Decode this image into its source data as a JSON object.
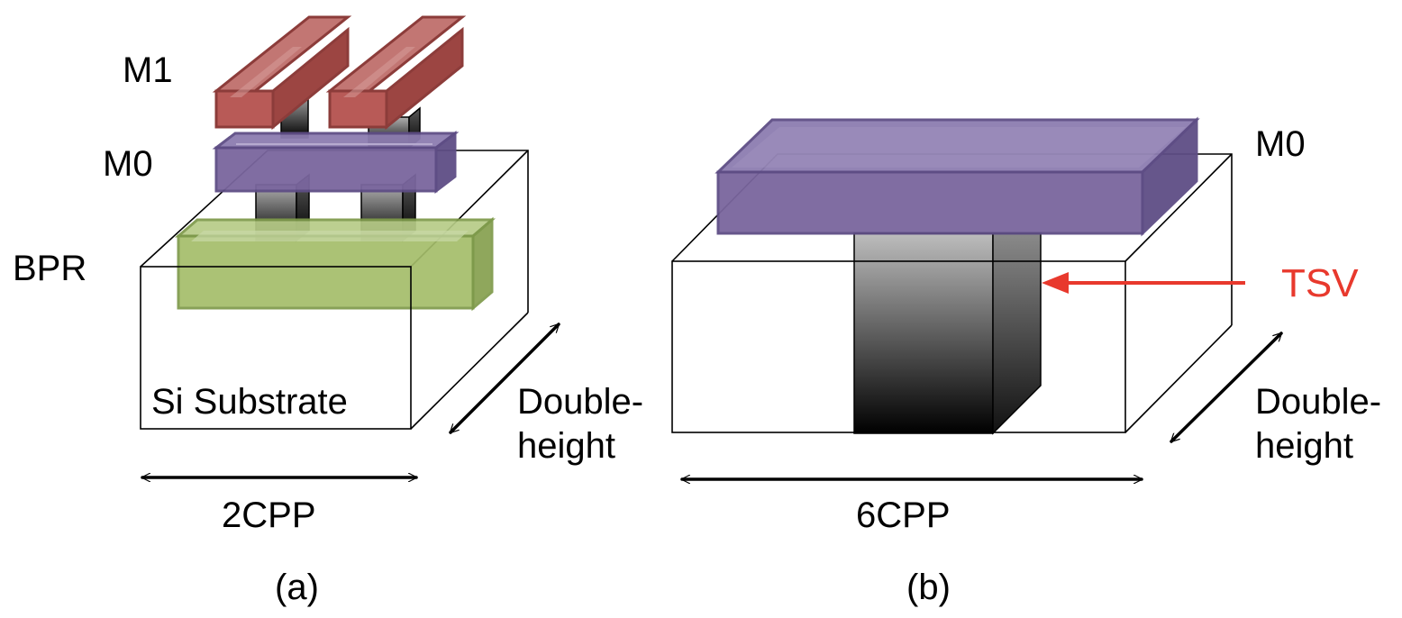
{
  "panel_a": {
    "labels": {
      "m1": "M1",
      "m0": "M0",
      "bpr": "BPR",
      "substrate": "Si Substrate",
      "depth_line1": "Double-",
      "depth_line2": "height",
      "width": "2CPP",
      "caption": "(a)"
    }
  },
  "panel_b": {
    "labels": {
      "m0": "M0",
      "tsv": "TSV",
      "depth_line1": "Double-",
      "depth_line2": "height",
      "width": "6CPP",
      "caption": "(b)"
    }
  },
  "colors": {
    "m1": "#b85a57",
    "m0": "#7a669e",
    "bpr": "#a4bd6a",
    "tsv_label": "#e8392d"
  }
}
